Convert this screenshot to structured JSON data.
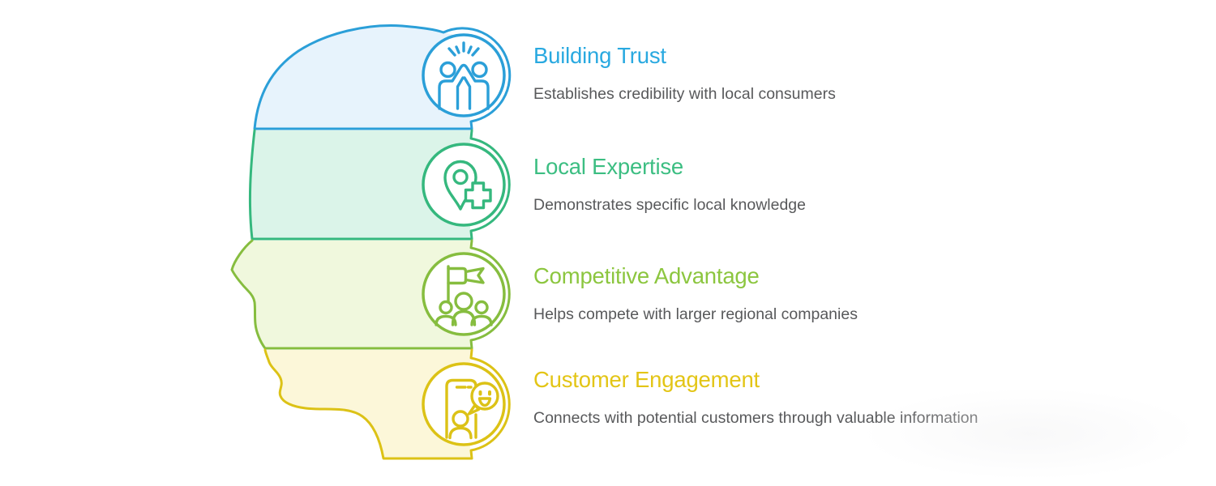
{
  "figure": "human-head-profile-infographic",
  "description_text_color": "#58595B",
  "items": [
    {
      "title": "Building Trust",
      "description": "Establishes credibility with local consumers",
      "title_color": "#29A9E0",
      "stroke_color": "#2B9FD8",
      "fill_color": "#E7F3FC",
      "icon": "high-five-icon"
    },
    {
      "title": "Local Expertise",
      "description": "Demonstrates specific local knowledge",
      "title_color": "#3CBE82",
      "stroke_color": "#35B87E",
      "fill_color": "#DBF4E9",
      "icon": "location-pin-plus-icon"
    },
    {
      "title": "Competitive Advantage",
      "description": "Helps compete with larger regional companies",
      "title_color": "#8CC63F",
      "stroke_color": "#86BD3F",
      "fill_color": "#F0F8DD",
      "icon": "flag-team-icon"
    },
    {
      "title": "Customer Engagement",
      "description": "Connects with potential customers through valuable information",
      "title_color": "#E3C516",
      "stroke_color": "#DCC216",
      "fill_color": "#FCF7D9",
      "icon": "phone-chat-icon"
    }
  ]
}
